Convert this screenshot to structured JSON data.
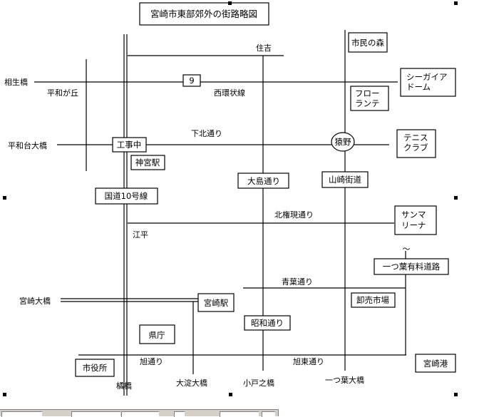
{
  "title": "宮崎市東部郊外の街路略図",
  "route_badge": "9",
  "landmarks": {
    "shimin_no_mori": "市民の森",
    "seagaia_dome": [
      "シーガイア",
      "ドーム"
    ],
    "floranthe": [
      "フロー",
      "ランテ"
    ],
    "tennis_club": [
      "テニス",
      "クラブ"
    ],
    "sun_marina": [
      "サンマ",
      "リーナ"
    ],
    "saruno": "猿野",
    "koji_chu": "工事中",
    "jingu_eki": "神宮駅",
    "kokudo_10": "国道10号線",
    "oshima_dori": "大島通り",
    "yamazaki_kaido": "山崎街道",
    "hitotsuba_yuryo": "一つ葉有料道路",
    "oroshiuri_ichiba": "卸売市場",
    "miyazaki_eki": "宮崎駅",
    "showa_dori": "昭和通り",
    "kencho": "県庁",
    "shiyakusho": "市役所",
    "miyazaki_ko": "宮崎港"
  },
  "labels": {
    "sumiyoshi": "住吉",
    "aioibashi": "相生橋",
    "heiwagaoka": "平和が丘",
    "saikanjosen": "西環状線",
    "heiwadai_ohashi": "平和台大橋",
    "shimokita_dori": "下北通り",
    "kitagongen_dori": "北権現通り",
    "ehira": "江平",
    "tilde": "～",
    "aoba_dori": "青葉通り",
    "miyazaki_ohashi": "宮崎大橋",
    "asahi_dori": "旭通り",
    "asahihigashi_dori": "旭東通り",
    "tachibanabashi": "橘橋",
    "oyodo_ohashi": "大淀大橋",
    "odonoshi_bashi": "小戸之橋",
    "hitotsuba_ohashi": "一つ葉大橋"
  }
}
